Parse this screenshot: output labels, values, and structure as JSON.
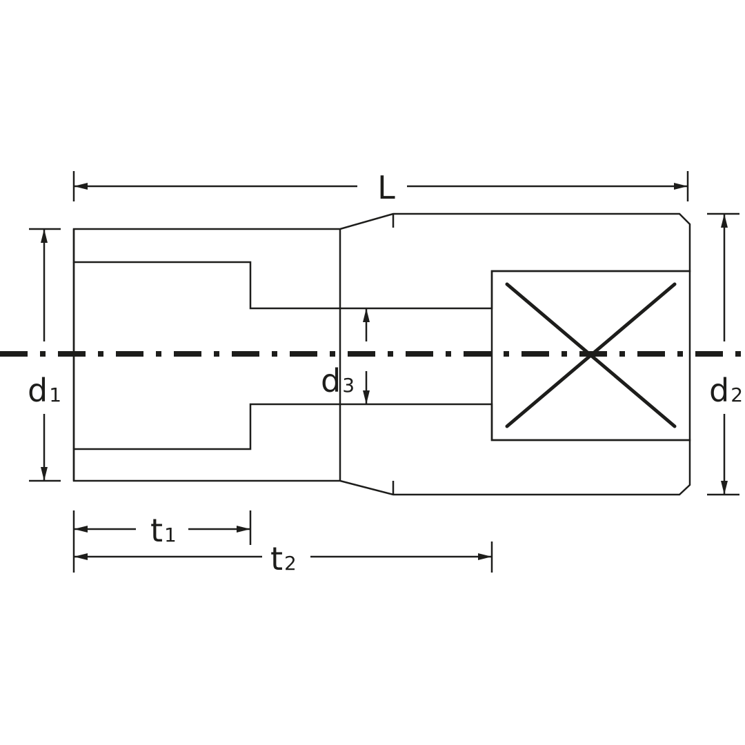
{
  "diagram": {
    "labels": {
      "L": "L",
      "d1": {
        "base": "d",
        "sub": "1"
      },
      "d2": {
        "base": "d",
        "sub": "2"
      },
      "d3": {
        "base": "d",
        "sub": "3"
      },
      "t1": {
        "base": "t",
        "sub": "1"
      },
      "t2": {
        "base": "t",
        "sub": "2"
      }
    },
    "colors": {
      "line": "#1d1d1b",
      "background": "#ffffff"
    }
  }
}
